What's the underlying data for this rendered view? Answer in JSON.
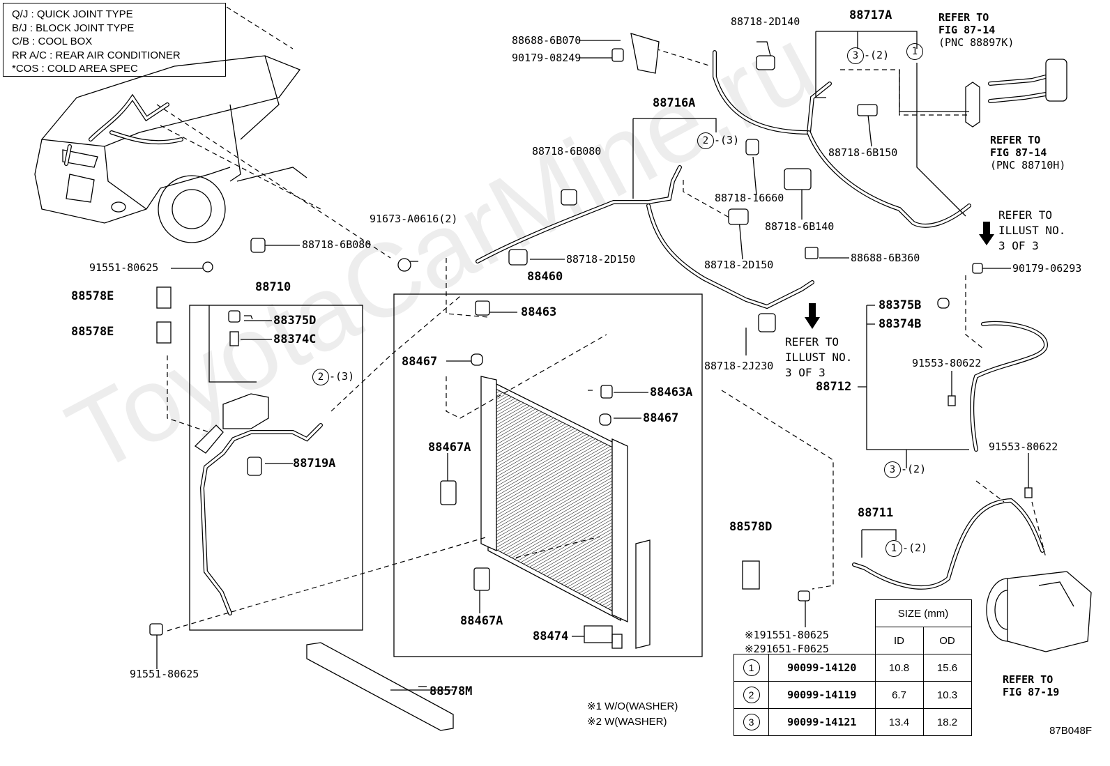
{
  "legend": [
    "Q/J : QUICK JOINT TYPE",
    "B/J : BLOCK JOINT TYPE",
    "C/B : COOL BOX",
    "RR A/C : REAR AIR CONDITIONER",
    "*COS : COLD AREA SPEC"
  ],
  "watermark": "ToyotaCarMine.ru",
  "labels": {
    "p88688_6B070": "88688-6B070",
    "p90179_08249": "90179-08249",
    "p88718_2D140": "88718-2D140",
    "p88717A": "88717A",
    "p3_2_top": "-(2)",
    "p88716A": "88716A",
    "p2_3_mid": "-(3)",
    "p88718_6B080_top": "88718-6B080",
    "p88718_6B150": "88718-6B150",
    "p88718_16660": "88718-16660",
    "p88718_6B140": "88718-6B140",
    "p88718_6B080_left": "88718-6B080",
    "p91673_A0616": "91673-A0616(2)",
    "p88718_2D150_a": "88718-2D150",
    "p88718_2D150_b": "88718-2D150",
    "p88688_6B360": "88688-6B360",
    "p90179_06293": "90179-06293",
    "p91551_80625_top": "91551-80625",
    "p88578E_1": "88578E",
    "p88578E_2": "88578E",
    "p88710": "88710",
    "p88375D": "88375D",
    "p88374C": "88374C",
    "p2_3_left": "-(3)",
    "p88719A": "88719A",
    "p88460": "88460",
    "p88463": "88463",
    "p88467_a": "88467",
    "p88463A": "88463A",
    "p88467_b": "88467",
    "p88467A_a": "88467A",
    "p88467A_b": "88467A",
    "p88474": "88474",
    "p88718_2J230": "88718-2J230",
    "p88375B": "88375B",
    "p88374B": "88374B",
    "p91553_80622_a": "91553-80622",
    "p88712": "88712",
    "p91553_80622_b": "91553-80622",
    "p3_2_right": "-(2)",
    "p88711": "88711",
    "p1_2_bottom": "-(2)",
    "p88578D": "88578D",
    "p91551_80625_bot": "91551-80625",
    "p88578M": "88578M",
    "p_ref1": "※191551-80625",
    "p_ref2": "※291651-F0625"
  },
  "circle_nums": {
    "c1": "1",
    "c2": "2",
    "c3": "3"
  },
  "refers": {
    "r1": [
      "REFER TO",
      "FIG 87-14",
      "(PNC 88897K)"
    ],
    "r2": [
      "REFER TO",
      "FIG 87-14",
      "(PNC 88710H)"
    ],
    "r3": [
      "REFER TO",
      "ILLUST NO.",
      "3 OF 3"
    ],
    "r4": [
      "REFER TO",
      "ILLUST NO.",
      "3 OF 3"
    ],
    "r5": [
      "REFER TO",
      "FIG 87-19"
    ]
  },
  "notes": [
    "※1 W/O(WASHER)",
    "※2 W(WASHER)"
  ],
  "size_table": {
    "header": "SIZE (mm)",
    "col_id": "ID",
    "col_od": "OD",
    "rows": [
      {
        "num": "1",
        "part": "90099-14120",
        "id": "10.8",
        "od": "15.6"
      },
      {
        "num": "2",
        "part": "90099-14119",
        "id": "6.7",
        "od": "10.3"
      },
      {
        "num": "3",
        "part": "90099-14121",
        "id": "13.4",
        "od": "18.2"
      }
    ]
  },
  "figure_code": "87B048F"
}
